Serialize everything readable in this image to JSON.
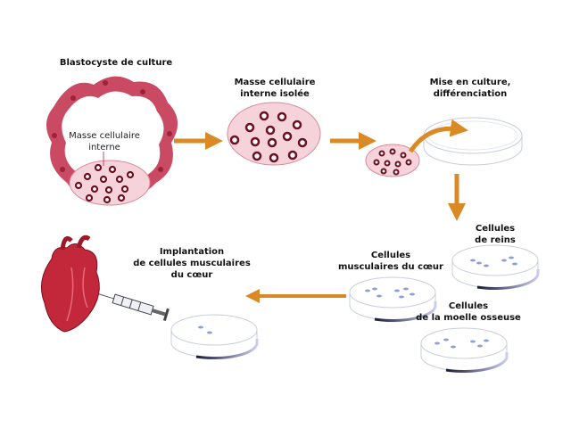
{
  "labels": {
    "blastocyst": "Blastocyste de culture",
    "inner_mass_1": "Masse cellulaire",
    "inner_mass_2": "interne",
    "isolated_1": "Masse cellulaire",
    "isolated_2": "interne isolée",
    "culture_1": "Mise en culture,",
    "culture_2": "différenciation",
    "kidney_1": "Cellules",
    "kidney_2": "de reins",
    "heart_cells_1": "Cellules",
    "heart_cells_2": "musculaires du cœur",
    "marrow_1": "Cellules",
    "marrow_2": "de la moelle osseuse",
    "implant_1": "Implantation",
    "implant_2": "de cellules musculaires",
    "implant_3": "du cœur"
  },
  "colors": {
    "arrow": "#d98a24",
    "membrane": "#c94a62",
    "cell_fill": "#f6d3da",
    "nucleus": "#6b1020",
    "dish": "#c8cde0",
    "dish_cells": "#8f9fd6",
    "heart": "#c2283a"
  }
}
